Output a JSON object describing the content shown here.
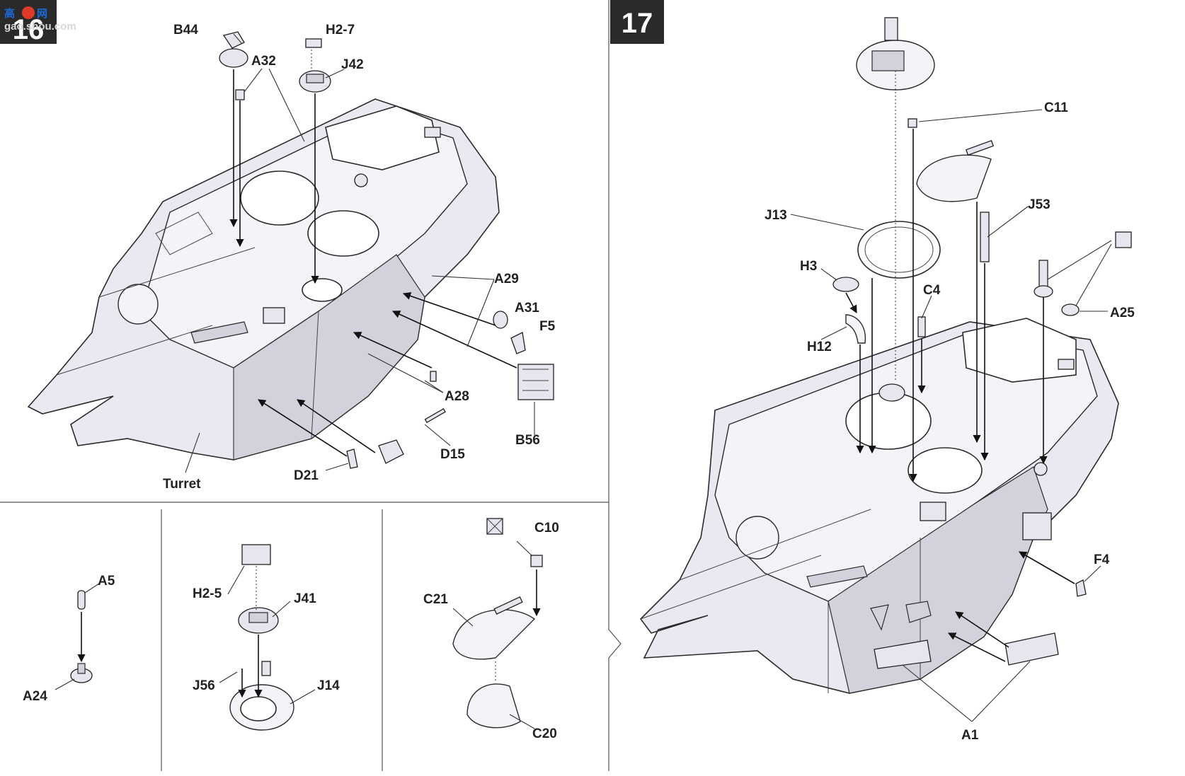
{
  "watermark": {
    "prefix": "高",
    "logo_text": "网",
    "subtext": "gao.shou.com",
    "step_number_left": "16"
  },
  "step_number": "17",
  "left_main": {
    "labels": {
      "b44": "B44",
      "h2_7": "H2-7",
      "a32": "A32",
      "j42": "J42",
      "a29": "A29",
      "a31": "A31",
      "f5": "F5",
      "a28": "A28",
      "b56": "B56",
      "d15": "D15",
      "d21": "D21",
      "turret": "Turret"
    }
  },
  "sub_a": {
    "labels": {
      "a5": "A5",
      "a24": "A24"
    }
  },
  "sub_b": {
    "labels": {
      "h2_5": "H2-5",
      "j41": "J41",
      "j56": "J56",
      "j14": "J14"
    }
  },
  "sub_c": {
    "labels": {
      "c10": "C10",
      "c21": "C21",
      "c20": "C20"
    }
  },
  "right_main": {
    "labels": {
      "c11": "C11",
      "j13": "J13",
      "j53": "J53",
      "h3": "H3",
      "c4": "C4",
      "h12": "H12",
      "a25": "A25",
      "f4": "F4",
      "a1": "A1"
    }
  }
}
